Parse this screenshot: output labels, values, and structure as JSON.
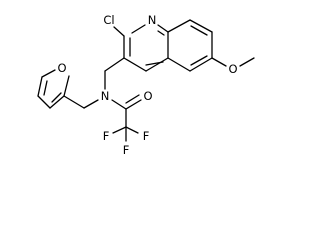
{
  "structure": {
    "atoms": {
      "cl": "Cl",
      "n_ring": "N",
      "o_methoxy": "O",
      "o_furan": "O",
      "n_amide": "N",
      "o_carbonyl": "O",
      "f1": "F",
      "f2": "F",
      "f3": "F"
    }
  },
  "colors": {
    "bond": "#000000",
    "label": "#000000",
    "background": "#ffffff"
  }
}
